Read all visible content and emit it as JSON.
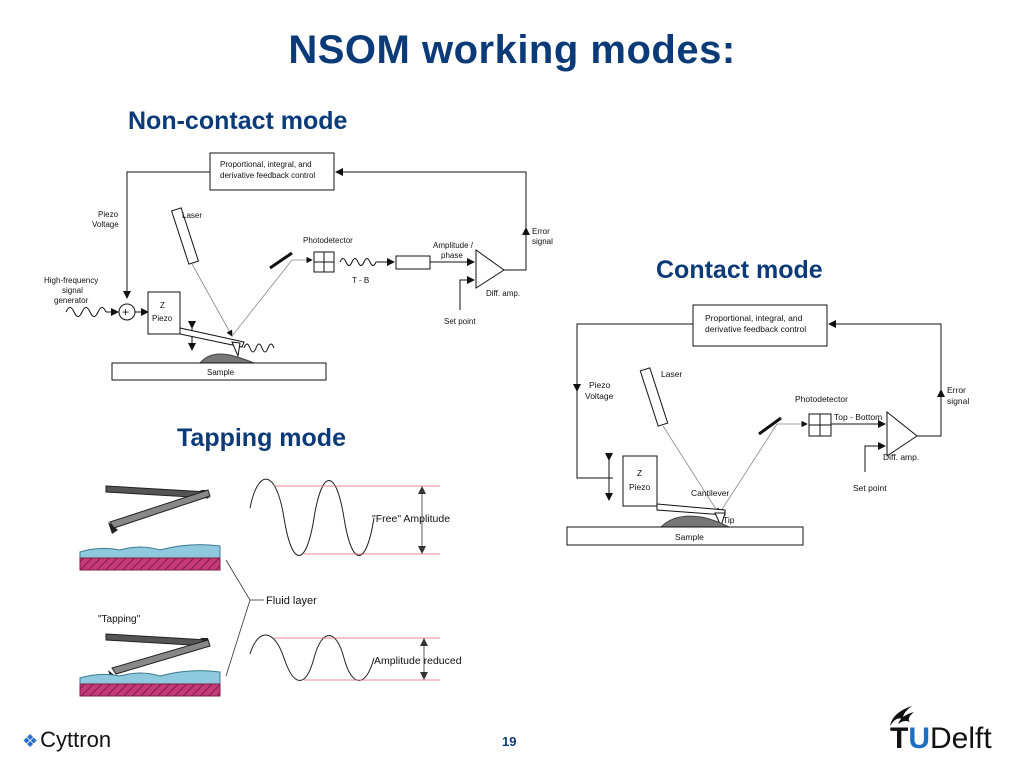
{
  "slide": {
    "title": "NSOM working modes:",
    "page_number": "19"
  },
  "non_contact": {
    "heading": "Non-contact mode",
    "feedback_line1": "Proportional, integral, and",
    "feedback_line2": "derivative feedback control",
    "piezo_voltage_line1": "Piezo",
    "piezo_voltage_line2": "Voltage",
    "laser": "Laser",
    "photodetector": "Photodetector",
    "amplitude_line1": "Amplitude /",
    "amplitude_line2": "phase",
    "error_line1": "Error",
    "error_line2": "signal",
    "hf_line1": "High-frequency",
    "hf_line2": "signal",
    "hf_line3": "generator",
    "z": "Z",
    "piezo": "Piezo",
    "tb": "T - B",
    "diff_amp": "Diff. amp.",
    "set_point": "Set point",
    "sample": "Sample"
  },
  "contact": {
    "heading": "Contact mode",
    "feedback_line1": "Proportional, integral, and",
    "feedback_line2": "derivative feedback control",
    "piezo_voltage_line1": "Piezo",
    "piezo_voltage_line2": "Voltage",
    "laser": "Laser",
    "photodetector": "Photodetector",
    "top_bottom": "Top - Bottom",
    "error_line1": "Error",
    "error_line2": "signal",
    "z": "Z",
    "piezo": "Piezo",
    "cantilever": "Cantilever",
    "tip": "Tip",
    "diff_amp": "Diff. amp.",
    "set_point": "Set point",
    "sample": "Sample"
  },
  "tapping": {
    "heading": "Tapping mode",
    "free_amplitude": "\"Free\" Amplitude",
    "fluid_layer": "Fluid layer",
    "tapping_label": "\"Tapping\"",
    "amplitude_reduced": "Amplitude reduced"
  },
  "footer": {
    "brand": "Cyttron",
    "brand_bullet": "❖",
    "logo_tu": "T",
    "logo_u": "U",
    "logo_delft": "Delft"
  },
  "colors": {
    "title": "#0b3a78",
    "accent": "#1f6fc1"
  }
}
